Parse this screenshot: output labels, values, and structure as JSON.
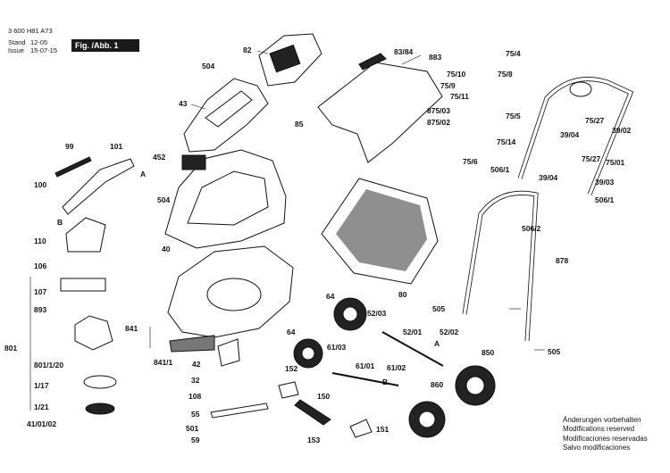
{
  "header": {
    "doc_number": "3 600 H81 A73",
    "stand_label": "Stand",
    "stand_value": "12-05",
    "issue_label": "Issue",
    "issue_value": "15-07-15",
    "figure_badge": "Fig. /Abb. 1"
  },
  "callouts": {
    "c82": "82",
    "c504a": "504",
    "c43": "43",
    "c85": "85",
    "c99": "99",
    "c101": "101",
    "c452": "452",
    "cA1": "A",
    "c100": "100",
    "c504b": "504",
    "cB1": "B",
    "c110": "110",
    "c40": "40",
    "c106": "106",
    "c107": "107",
    "c893": "893",
    "c801": "801",
    "c801_1_20": "801/1/20",
    "c1_17": "1/17",
    "c1_21": "1/21",
    "c41_01_02": "41/01/02",
    "c841": "841",
    "c841_1": "841/1",
    "c42": "42",
    "c32": "32",
    "c108": "108",
    "c55": "55",
    "c501": "501",
    "c59": "59",
    "c153": "153",
    "c151": "151",
    "c150": "150",
    "c152": "152",
    "c64a": "64",
    "c64b": "64",
    "c61_03": "61/03",
    "c52_03": "52/03",
    "c52_01": "52/01",
    "c52_02": "52/02",
    "cA2": "A",
    "c61_01": "61/01",
    "c61_02": "61/02",
    "cB2": "B",
    "c860": "860",
    "c850": "850",
    "c80": "80",
    "c83_84": "83/84",
    "c883": "883",
    "c75_4": "75/4",
    "c75_10": "75/10",
    "c75_8": "75/8",
    "c75_9": "75/9",
    "c75_11": "75/11",
    "c875_03": "875/03",
    "c875_02": "875/02",
    "c75_5": "75/5",
    "c75_14": "75/14",
    "c75_6": "75/6",
    "c506_1a": "506/1",
    "c75_27a": "75/27",
    "c39_04a": "39/04",
    "c39_02": "39/02",
    "c75_27b": "75/27",
    "c75_01": "75/01",
    "c39_04b": "39/04",
    "c39_03": "39/03",
    "c506_1b": "506/1",
    "c506_2": "506/2",
    "c878": "878",
    "c505a": "505",
    "c505b": "505"
  },
  "notes": [
    "Änderungen vorbehalten",
    "Modifications reserved",
    "Modificaciones reservadas",
    "Salvo modificaciones"
  ]
}
